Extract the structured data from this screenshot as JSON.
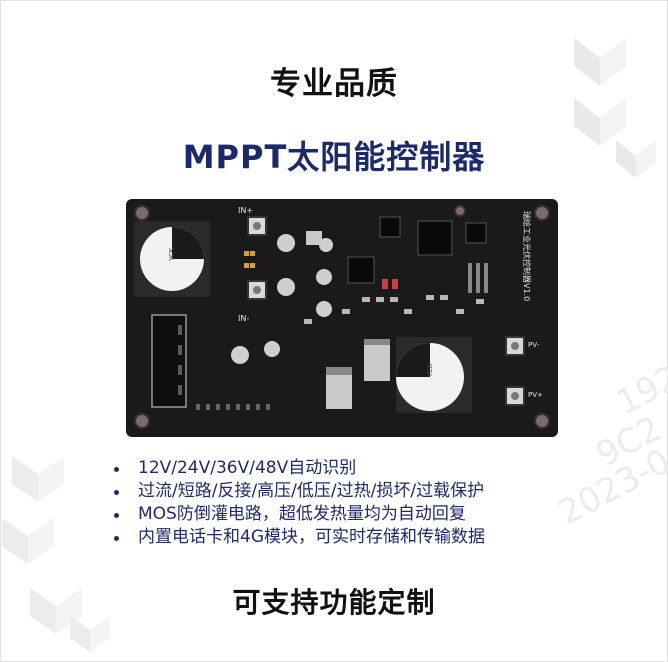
{
  "header": {
    "title": "专业品质",
    "product_title": "MPPT太阳能控制器"
  },
  "board": {
    "silkscreen_label": "瑞绘工业光伏控制器V1.0",
    "label_pv_minus": "PV-",
    "label_pv_plus": "PV+",
    "label_in_plus": "IN+",
    "label_in_minus": "IN-",
    "cap_marking": "YCK"
  },
  "features": [
    "12V/24V/36V/48V自动识别",
    "过流/短路/反接/高压/低压/过热/损坏/过载保护",
    "MOS防倒灌电路，超低发热量均为自动回复",
    "内置电话卡和4G模块，可实时存储和传输数据"
  ],
  "watermark": {
    "line1": "192",
    "line2": "9C2",
    "line3": "2023-0"
  },
  "footer": {
    "title": "可支持功能定制"
  },
  "colors": {
    "accent": "#1b2a6b",
    "board": "#1a1a1a",
    "text": "#111111"
  }
}
